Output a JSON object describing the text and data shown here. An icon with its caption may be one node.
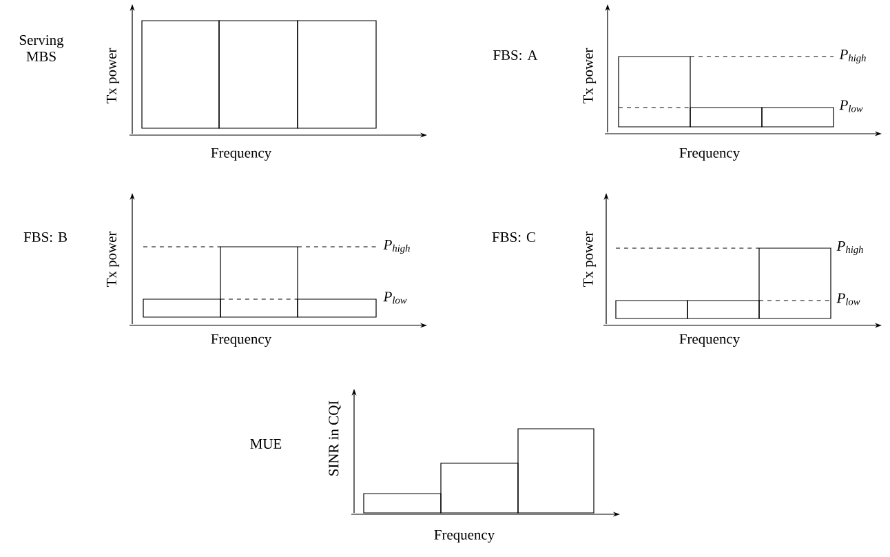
{
  "diagram": {
    "labels": [
      "Serving MBS",
      "Tx power",
      "FBS: A",
      "Tx power",
      "P$_{high}$",
      "P$_{low}$",
      "Frequency",
      "Frequency",
      "FBS: B",
      "Tx power",
      "P$_{high}$",
      "P$_{low}$",
      "FBS: C",
      "Tx power",
      "P$_{high}$",
      "P$_{low}$",
      "Frequency",
      "Frequency",
      "MUE",
      "SINR in CQI",
      "Frequency"
    ]
  }
}
